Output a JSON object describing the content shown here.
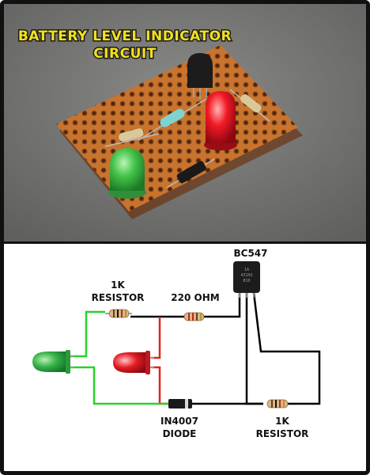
{
  "photo": {
    "title_line1": "BATTERY LEVEL INDICATOR",
    "title_line2": "CIRCUIT"
  },
  "schematic": {
    "transistor_label": "BC547",
    "transistor_marking": [
      "1A",
      "431H2",
      "B10"
    ],
    "resistor_1k_top_line1": "1K",
    "resistor_1k_top_line2": "RESISTOR",
    "resistor_220_label": "220 OHM",
    "diode_label_line1": "IN4007",
    "diode_label_line2": "DIODE",
    "resistor_1k_bottom_line1": "1K",
    "resistor_1k_bottom_line2": "RESISTOR"
  },
  "colors": {
    "board": "#c8742e",
    "wire_red": "#e2231a",
    "wire_green": "#2bd12b",
    "wire_black": "#000000",
    "led_green": "#36b249",
    "led_red": "#e21b23",
    "title_yellow": "#f3e11a"
  }
}
